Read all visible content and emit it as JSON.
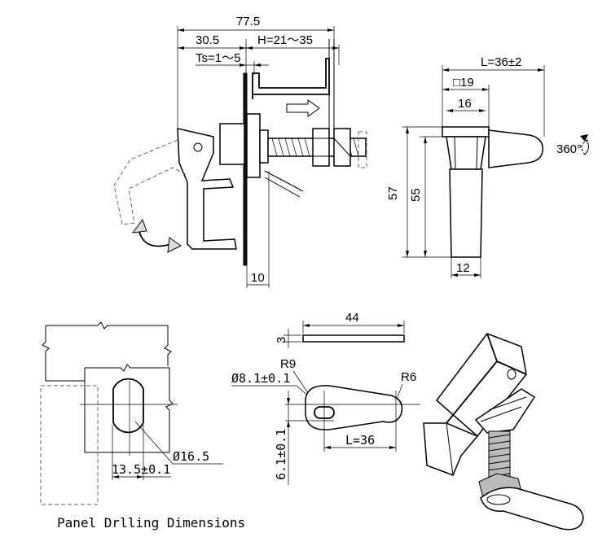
{
  "top_view": {
    "dim_overall": "77.5",
    "dim_left": "30.5",
    "dim_grip_range": "H=21～35",
    "dim_panel_thickness": "Ts=1～5",
    "dim_plate": "10"
  },
  "side_view": {
    "dim_length": "L=36±2",
    "dim_square": "□19",
    "dim_width": "16",
    "dim_total_height": "57",
    "dim_height": "55",
    "dim_bottom": "12",
    "rotation": "360°"
  },
  "panel_drilling": {
    "dim_offset": "13.5±0.1",
    "dim_hole": "Ø16.5",
    "caption": "Panel Drlling Dimensions"
  },
  "cam": {
    "dim_length_total": "44",
    "dim_thickness": "3",
    "dim_radius_left": "R9",
    "dim_slot": "Ø8.1±0.1",
    "dim_radius_right": "R6",
    "dim_slot_width": "6.1±0.1",
    "dim_cam_length": "L=36"
  }
}
